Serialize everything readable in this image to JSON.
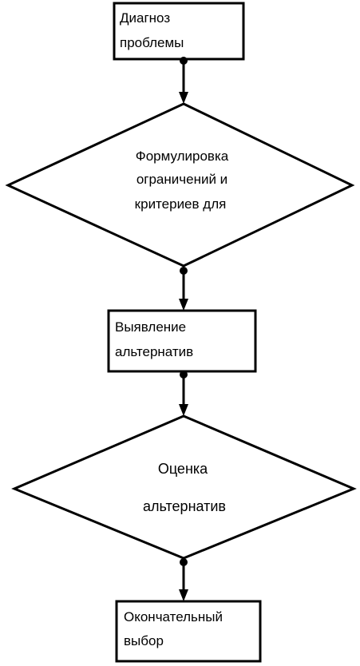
{
  "diagram": {
    "nodes": [
      {
        "id": "n1",
        "shape": "rectangle",
        "lines": [
          "Диагноз",
          "проблемы"
        ]
      },
      {
        "id": "n2",
        "shape": "diamond",
        "lines": [
          "Формулировка",
          "ограничений и",
          "критериев для"
        ]
      },
      {
        "id": "n3",
        "shape": "rectangle",
        "lines": [
          "Выявление",
          "альтернатив"
        ]
      },
      {
        "id": "n4",
        "shape": "diamond",
        "lines": [
          "Оценка",
          "альтернатив"
        ]
      },
      {
        "id": "n5",
        "shape": "rectangle",
        "lines": [
          "Окончательный",
          "выбор"
        ]
      }
    ],
    "edges": [
      {
        "from": "n1",
        "to": "n2"
      },
      {
        "from": "n2",
        "to": "n3"
      },
      {
        "from": "n3",
        "to": "n4"
      },
      {
        "from": "n4",
        "to": "n5"
      }
    ],
    "colors": {
      "stroke": "#000000",
      "fill": "#ffffff",
      "text": "#000000"
    }
  }
}
